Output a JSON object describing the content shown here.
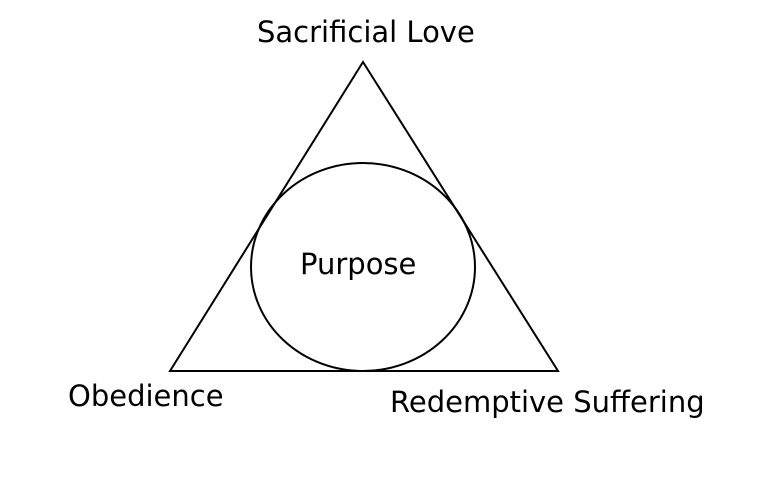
{
  "diagram": {
    "vertices": {
      "top": "Sacrificial Love",
      "bottom_left": "Obedience",
      "bottom_right": "Redemptive Suffering"
    },
    "center": "Purpose",
    "colors": {
      "stroke": "#000000",
      "background": "#ffffff"
    }
  }
}
